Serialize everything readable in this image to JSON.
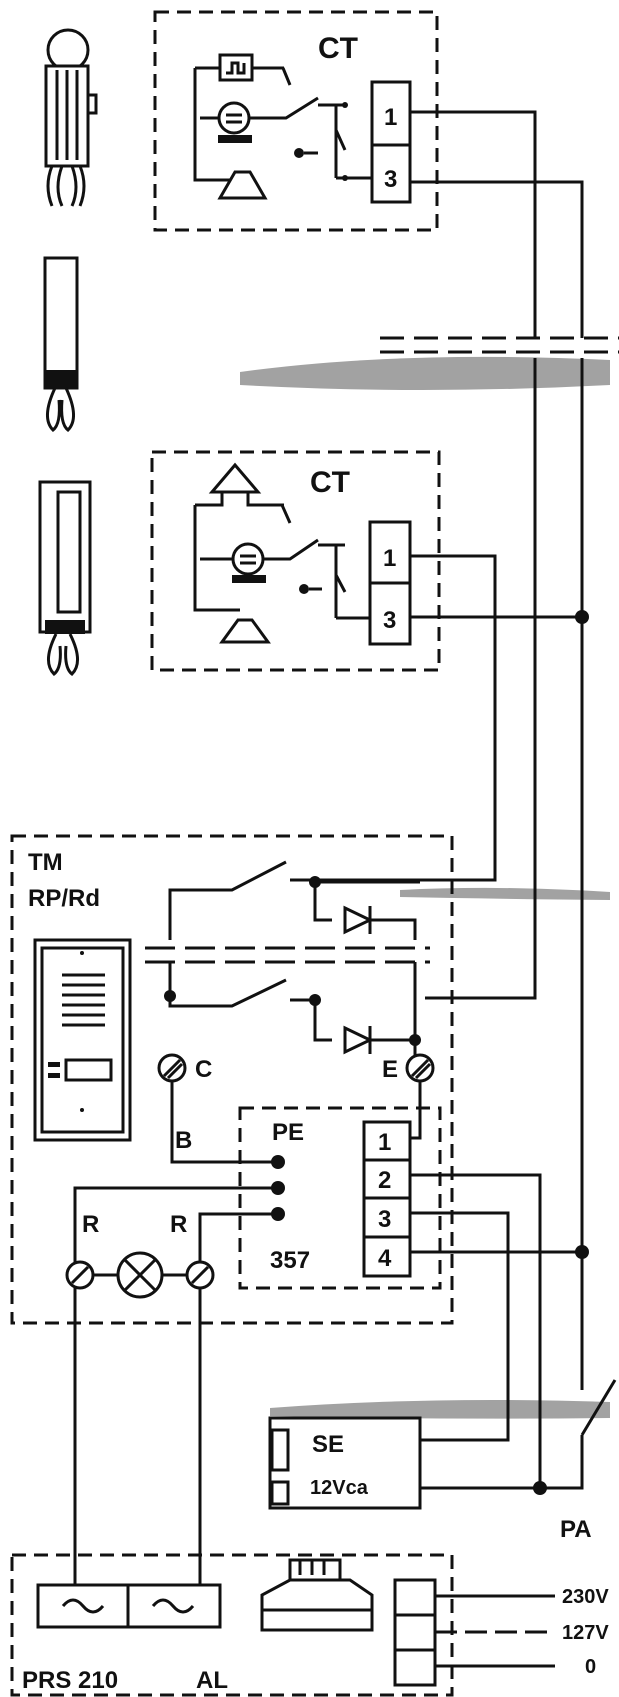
{
  "labels": {
    "ct_top": "CT",
    "ct_mid": "CT",
    "tm": "TM",
    "rp_rd": "RP/Rd",
    "c": "C",
    "e": "E",
    "b": "B",
    "pe": "PE",
    "r_left": "R",
    "r_right": "R",
    "model": "357",
    "se": "SE",
    "se_voltage": "12Vca",
    "pa": "PA",
    "prs": "PRS 210",
    "al": "AL",
    "v230": "230V",
    "v127": "127V",
    "v0": "0"
  },
  "terminals": {
    "ct_top": [
      "1",
      "3"
    ],
    "ct_mid": [
      "1",
      "3"
    ],
    "module": [
      "1",
      "2",
      "3",
      "4"
    ]
  }
}
